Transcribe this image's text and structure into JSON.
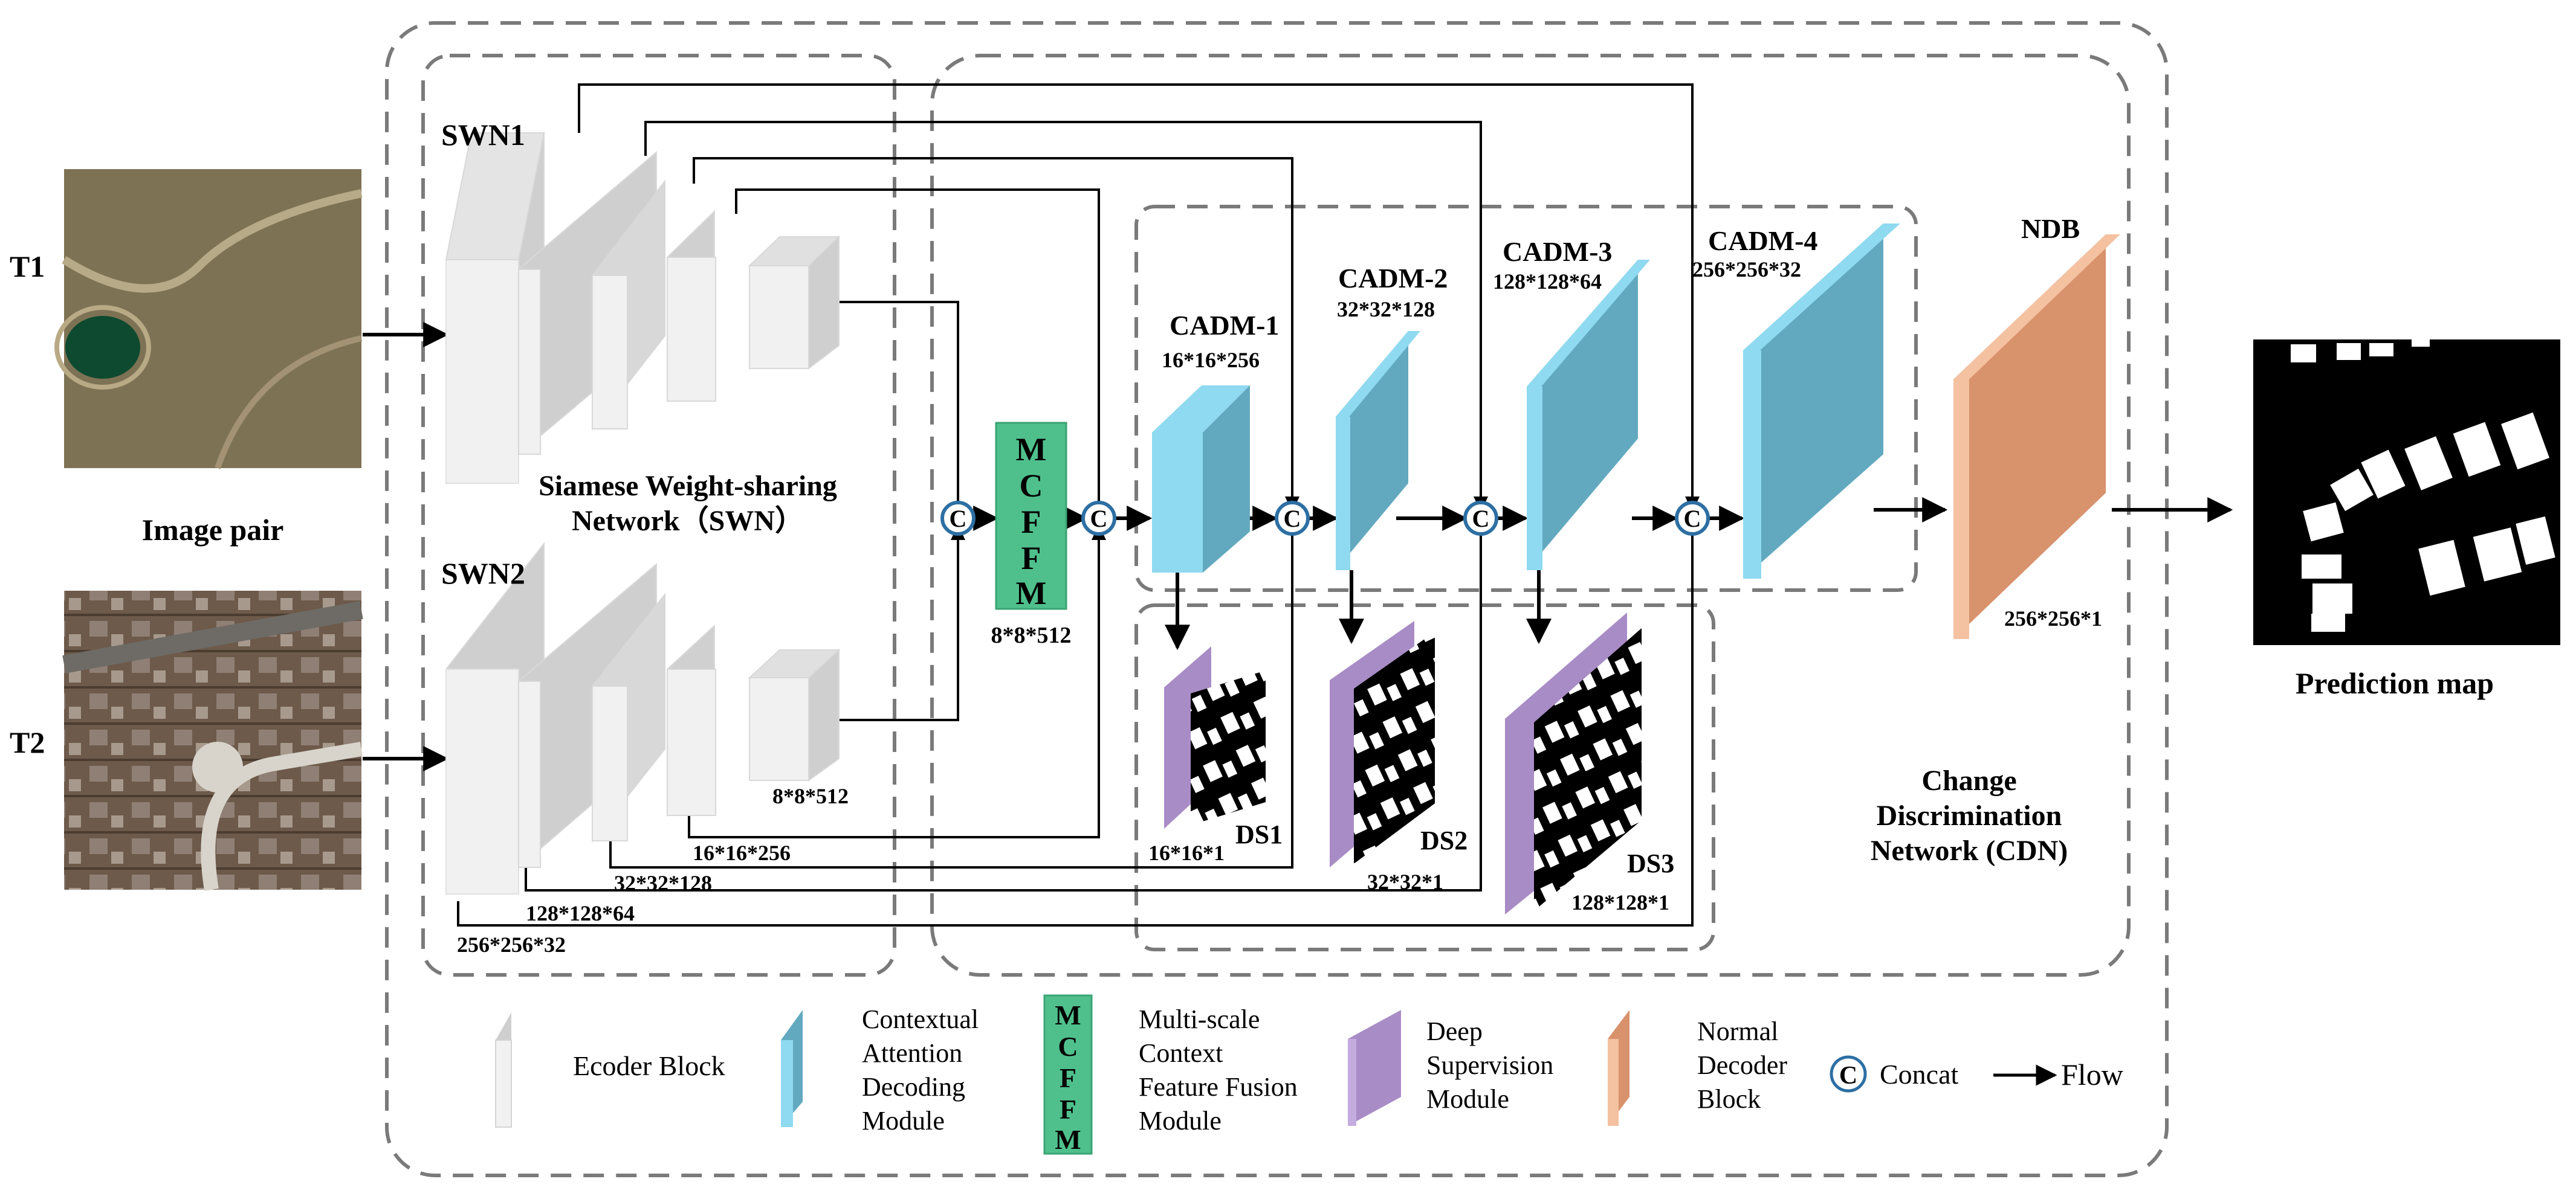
{
  "inputs": {
    "t1_label": "T1",
    "t2_label": "T2",
    "pair_label": "Image pair"
  },
  "output": {
    "label": "Prediction map"
  },
  "swn": {
    "swn1_label": "SWN1",
    "swn2_label": "SWN2",
    "title_line1": "Siamese Weight-sharing",
    "title_line2": "Network（SWN）",
    "dims": [
      "256*256*32",
      "128*128*64",
      "32*32*128",
      "16*16*256",
      "8*8*512"
    ]
  },
  "mcffm": {
    "letters": [
      "M",
      "C",
      "F",
      "F",
      "M"
    ],
    "dim": "8*8*512"
  },
  "cadm": {
    "labels": [
      "CADM-1",
      "CADM-2",
      "CADM-3",
      "CADM-4"
    ],
    "dims": [
      "16*16*256",
      "32*32*128",
      "128*128*64",
      "256*256*32"
    ]
  },
  "ds": {
    "labels": [
      "DS1",
      "DS2",
      "DS3"
    ],
    "dims": [
      "16*16*1",
      "32*32*1",
      "128*128*1"
    ]
  },
  "ndb": {
    "label": "NDB",
    "dim": "256*256*1"
  },
  "cdn": {
    "title_line1": "Change",
    "title_line2": "Discrimination",
    "title_line3": "Network (CDN)"
  },
  "concat_symbol": "C",
  "legend": {
    "encoder": "Ecoder Block",
    "cadm_lines": [
      "Contextual",
      "Attention",
      "Decoding",
      "Module"
    ],
    "mcffm_lines": [
      "Multi-scale",
      "Context",
      "Feature Fusion",
      "Module"
    ],
    "ds_lines": [
      "Deep",
      "Supervision",
      "Module"
    ],
    "ndb_lines": [
      "Normal",
      "Decoder",
      "Block"
    ],
    "concat": "Concat",
    "flow": "Flow"
  },
  "colors": {
    "encoder_front": "#f1f1f1",
    "encoder_side": "#cfcfcf",
    "cadm_front": "#62a9c0",
    "cadm_edge": "#8fdaf0",
    "mcffm": "#4fc08c",
    "ds_purple": "#a88cc6",
    "ndb_front": "#d8926c",
    "ndb_edge": "#f4c1a1",
    "dash": "#7a7a7a",
    "concat_ring": "#2d6fa3"
  }
}
